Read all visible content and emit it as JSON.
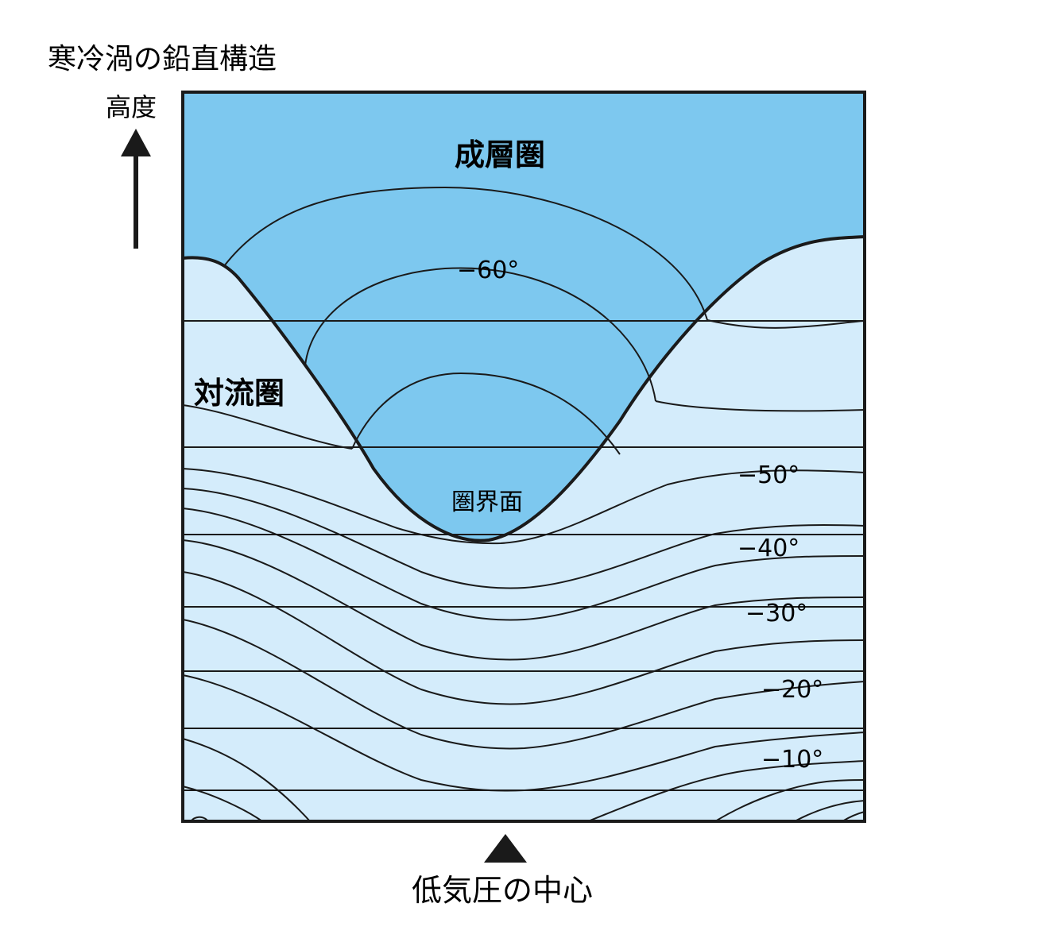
{
  "title": "寒冷渦の鉛直構造",
  "axis": {
    "label": "高度"
  },
  "regions": {
    "stratosphere": "成層圏",
    "troposphere": "対流圏"
  },
  "boundary_label": "圏界面",
  "center_label": "低気圧の中心",
  "isotherms": {
    "upper": [
      "−60°"
    ],
    "right": [
      "−50°",
      "−40°",
      "−30°",
      "−20°",
      "−10°"
    ]
  },
  "colors": {
    "stratosphere": "#7dc8ef",
    "troposphere": "#d4ecfb",
    "line": "#1a1a1a"
  }
}
